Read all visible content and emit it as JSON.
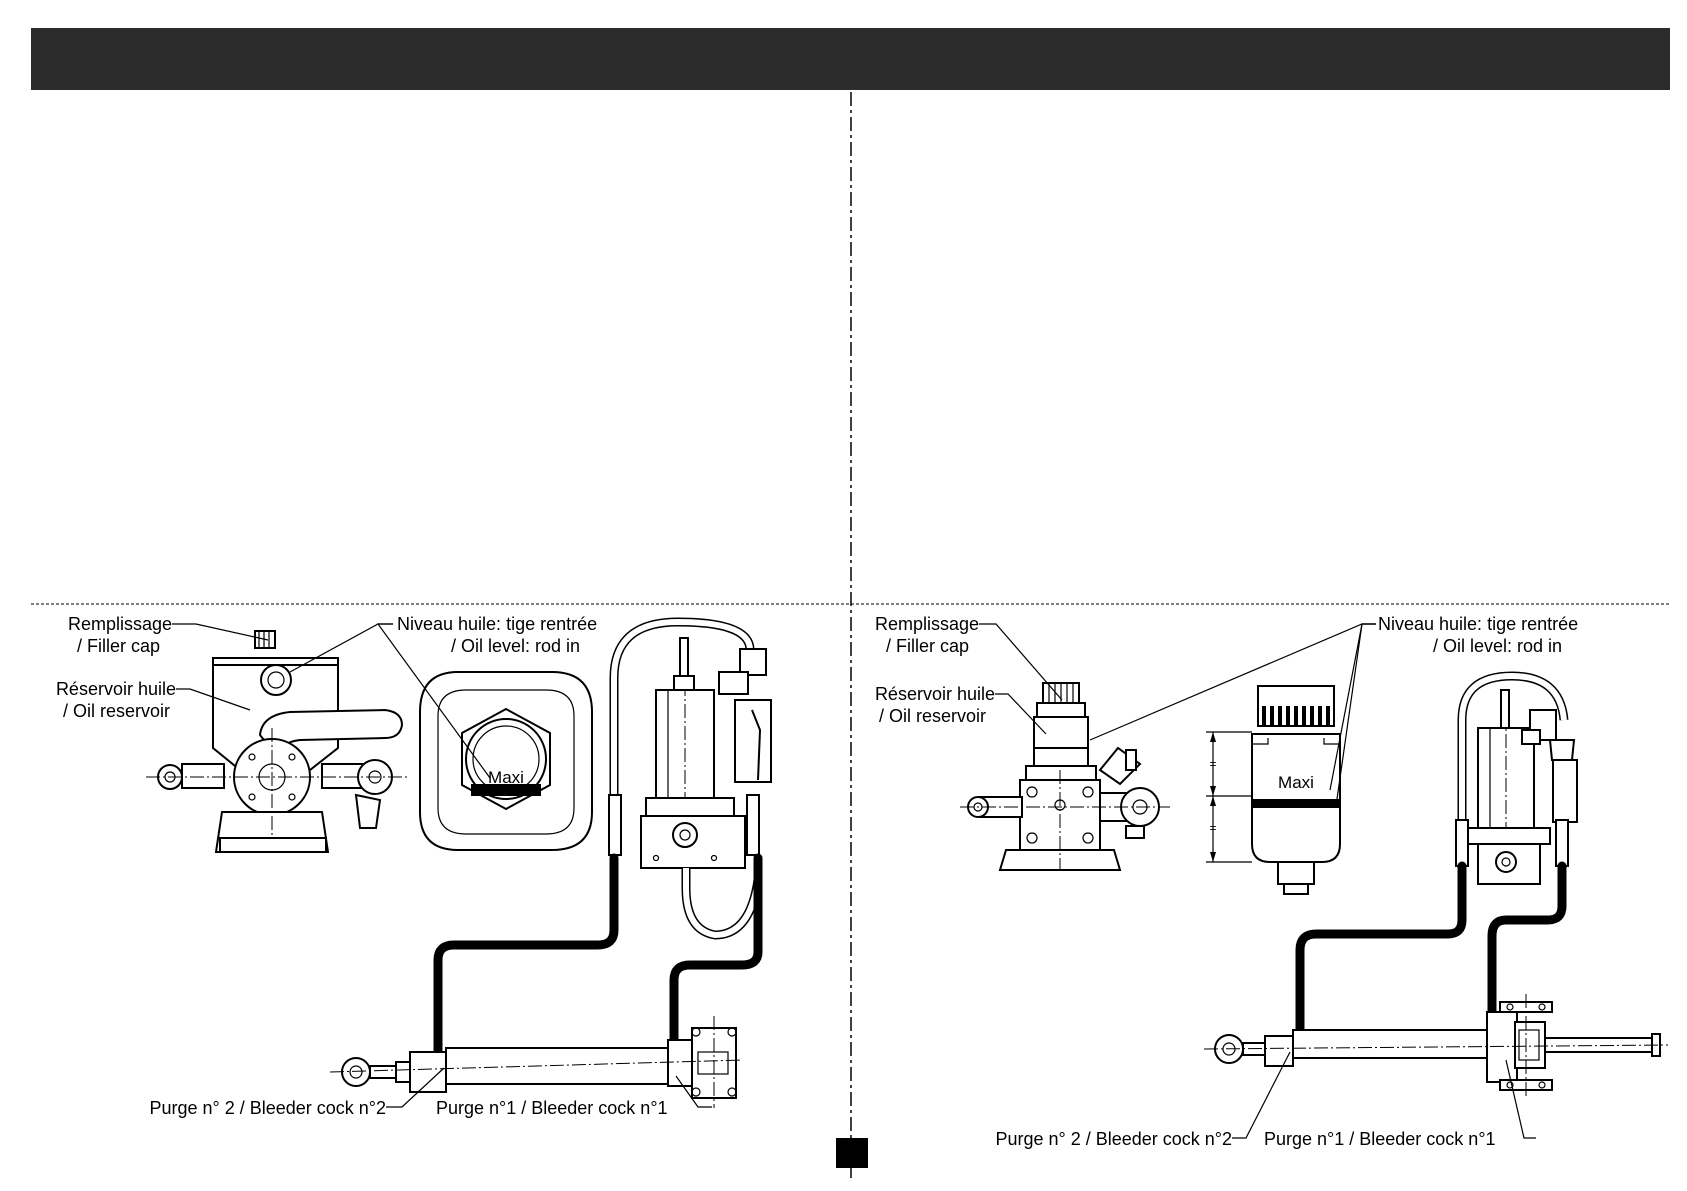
{
  "colors": {
    "header": "#2c2c2c",
    "ink": "#000000",
    "background": "#ffffff"
  },
  "left": {
    "filler": {
      "fr": "Remplissage",
      "en": "/ Filler cap"
    },
    "reservoir": {
      "fr": "Réservoir huile",
      "en": "/ Oil reservoir"
    },
    "oil_level": {
      "fr": "Niveau huile: tige rentrée",
      "en": "/ Oil level: rod in"
    },
    "maxi": "Maxi",
    "bleeder2": "Purge n° 2 / Bleeder cock n°2",
    "bleeder1": "Purge n°1 / Bleeder cock n°1"
  },
  "right": {
    "filler": {
      "fr": "Remplissage",
      "en": "/ Filler cap"
    },
    "reservoir": {
      "fr": "Réservoir huile",
      "en": "/ Oil reservoir"
    },
    "oil_level": {
      "fr": "Niveau huile: tige rentrée",
      "en": "/ Oil level: rod in"
    },
    "maxi": "Maxi",
    "dim_equal_1": "=",
    "dim_equal_2": "=",
    "bleeder2": "Purge n° 2 / Bleeder cock n°2",
    "bleeder1": "Purge n°1 / Bleeder cock n°1"
  }
}
